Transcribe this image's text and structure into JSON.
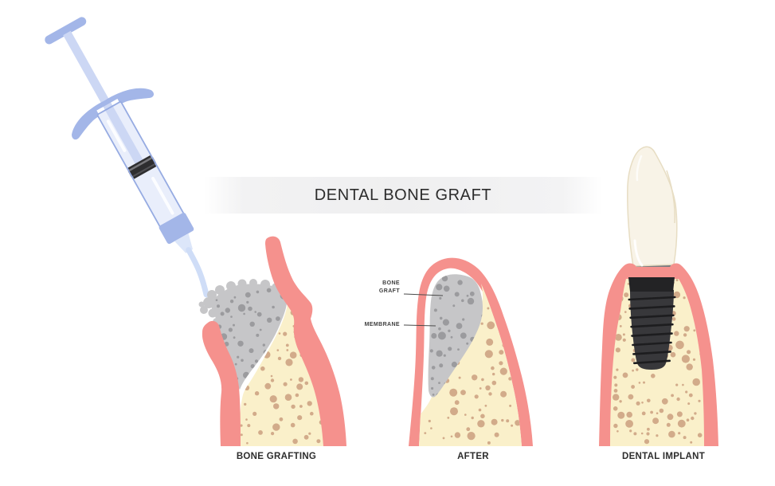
{
  "banner": {
    "title": "DENTAL BONE GRAFT"
  },
  "panels": [
    {
      "caption": "BONE GRAFTING"
    },
    {
      "caption": "AFTER"
    },
    {
      "caption": "DENTAL IMPLANT"
    }
  ],
  "annotations": {
    "bone_graft_line1": "BONE",
    "bone_graft_line2": "GRAFT",
    "membrane": "MEMBRANE"
  },
  "colors": {
    "gum_pink": "#f5918d",
    "bone_cream": "#faf0ca",
    "bone_dot": "#d2ab8a",
    "graft_gray": "#c6c6c8",
    "graft_dot": "#9b9b9e",
    "membrane_white": "#ffffff",
    "syringe_blue": "#a3b6e8",
    "syringe_rod": "#ccd7f4",
    "syringe_barrel": "#e9eefb",
    "syringe_barrel_edge": "#96abe2",
    "syringe_tube": "#cfddf7",
    "syringe_cone": "#dce6f9",
    "stopper_dark": "#2e2e30",
    "stopper_stripe": "#77777b",
    "implant_body": "#38383b",
    "implant_thread": "#1d1d1f",
    "implant_collar": "#232325",
    "abutment_gray": "#7c7c80",
    "abutment_top": "#8d8d91",
    "crown_ivory": "#f8f3e7",
    "crown_edge": "#e7ddc3",
    "leader_line": "#4a4a4a",
    "title_text": "#2c2c2c"
  }
}
